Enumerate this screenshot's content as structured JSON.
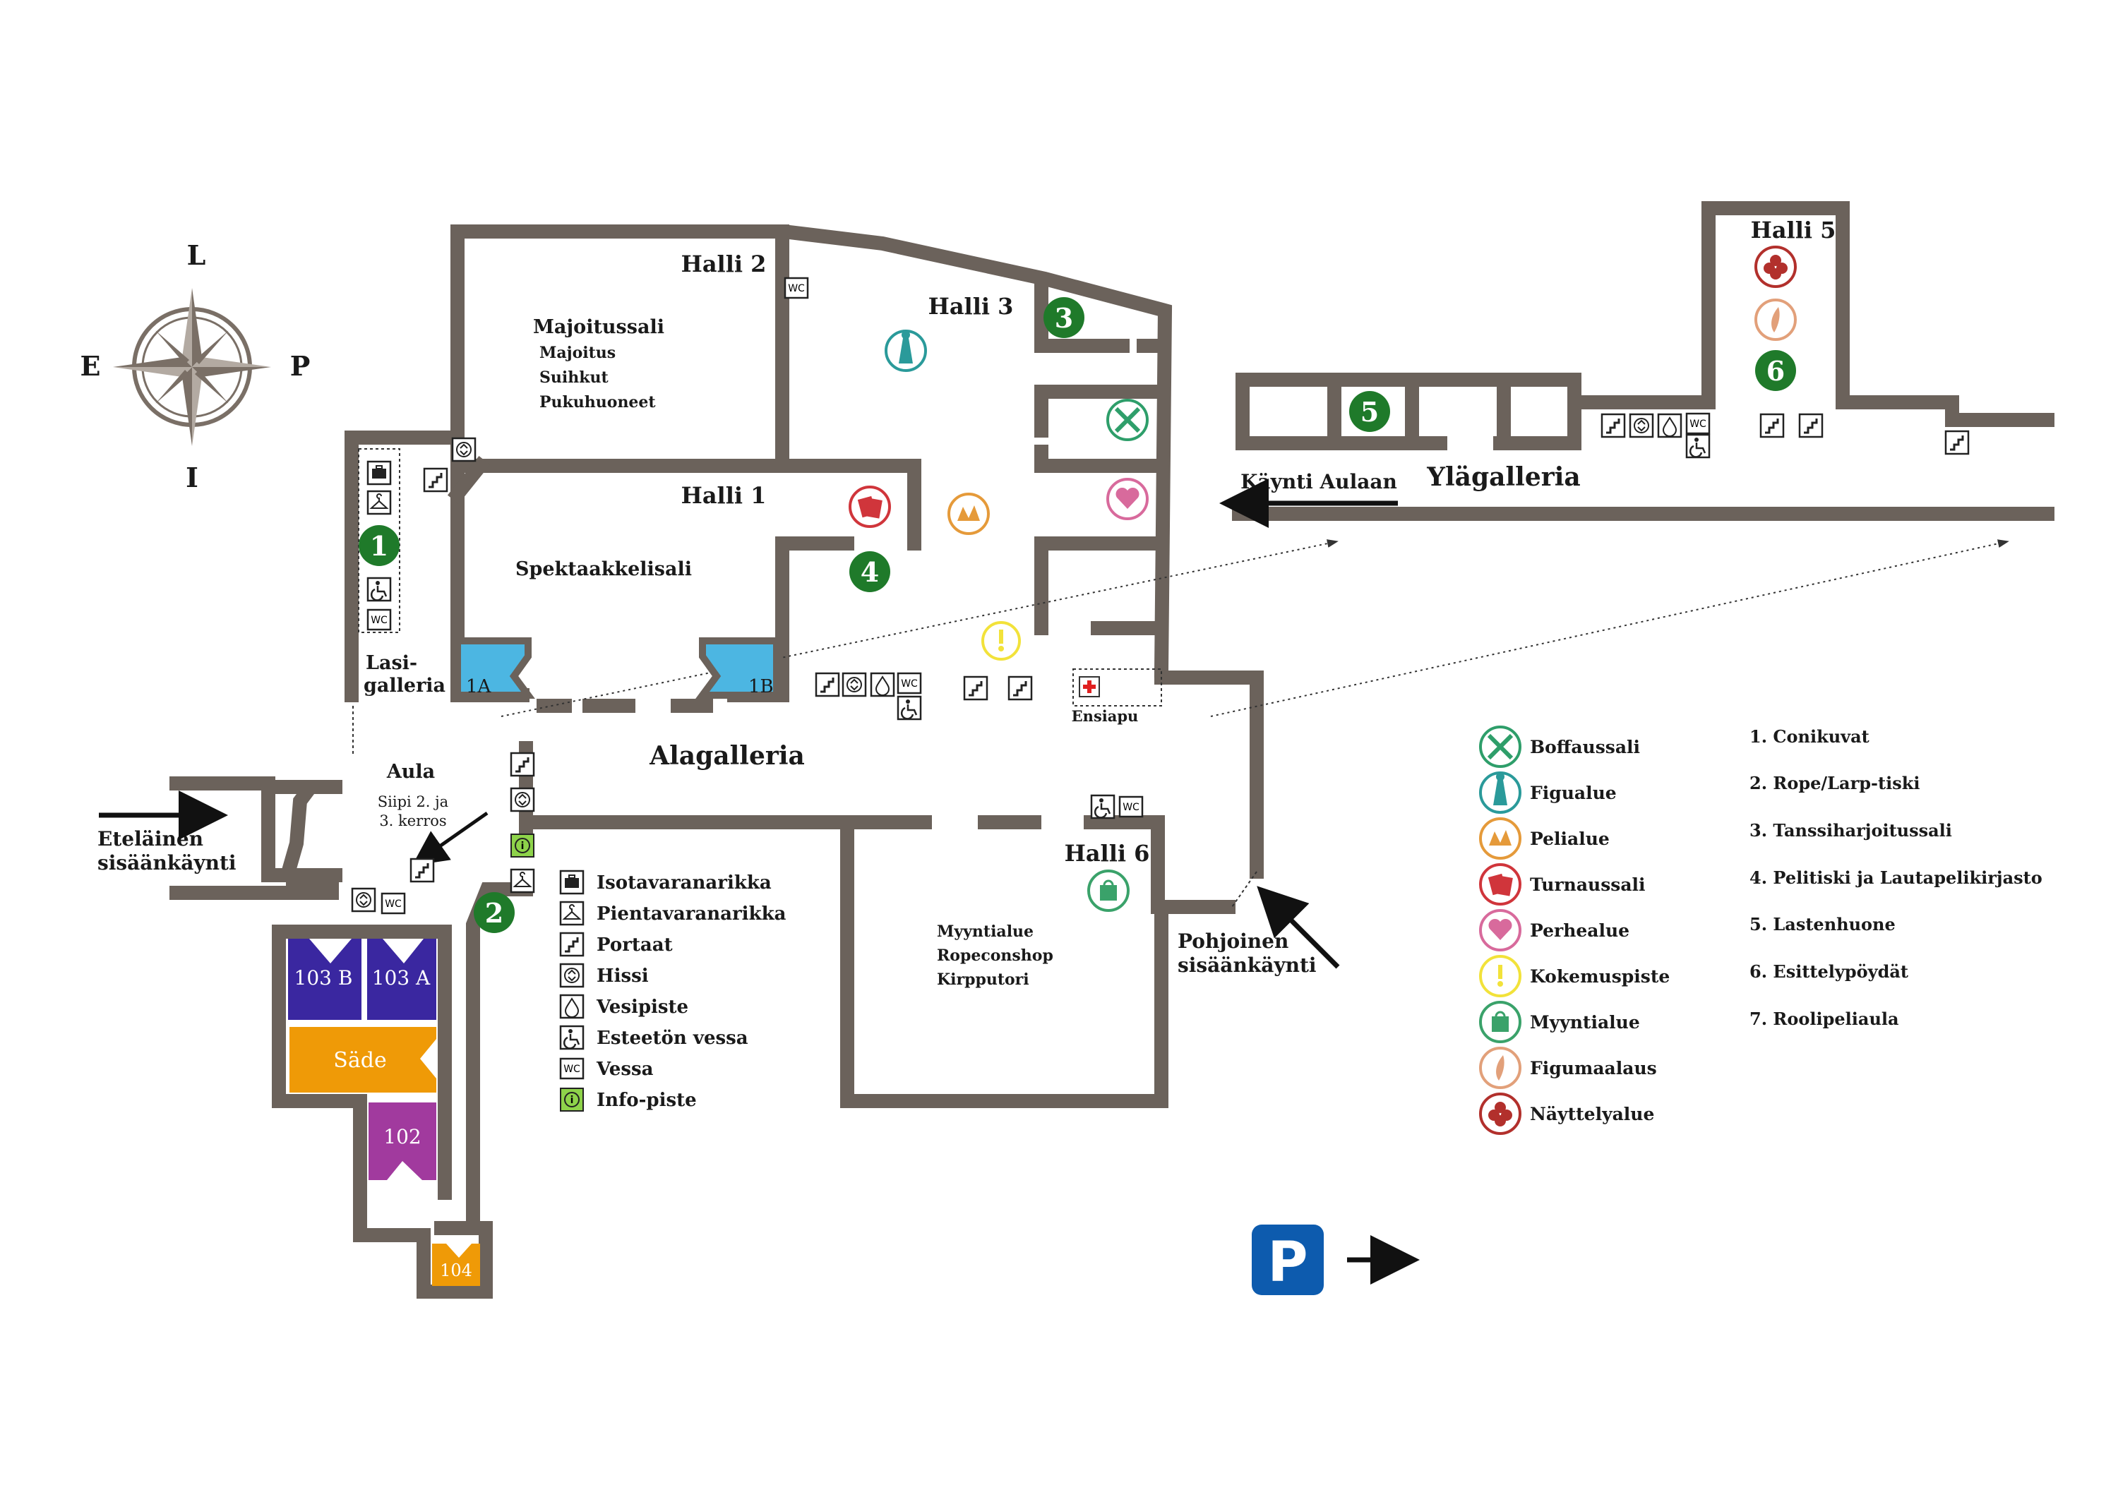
{
  "compass": {
    "north": "L",
    "south": "I",
    "west": "E",
    "east": "P"
  },
  "rooms": {
    "halli1": "Halli 1",
    "halli2": "Halli 2",
    "halli3": "Halli 3",
    "halli5": "Halli 5",
    "halli6": "Halli 6",
    "majoitussali": "Majoitussali",
    "majoitus_items": [
      "Majoitus",
      "Suihkut",
      "Pukuhuoneet"
    ],
    "spektaakkelisali": "Spektaakkelisali",
    "lasigalleria": [
      "Lasi-",
      "galleria"
    ],
    "aula": "Aula",
    "siipi": [
      "Siipi 2. ja",
      "3. kerros"
    ],
    "alagalleria": "Alagalleria",
    "ylagalleria": "Ylägalleria",
    "kaynti_aulaan": "Käynti Aulaan",
    "ensiapu": "Ensiapu",
    "halli6_items": [
      "Myyntialue",
      "Ropeconshop",
      "Kirpputori"
    ],
    "etelainen": [
      "Eteläinen",
      "sisäänkäynti"
    ],
    "pohjoinen": [
      "Pohjoinen",
      "sisäänkäynti"
    ],
    "r1a": "1A",
    "r1b": "1B",
    "r103b": "103 B",
    "r103a": "103 A",
    "sade": "Säde",
    "r102": "102",
    "r104": "104"
  },
  "markers": [
    "1",
    "2",
    "3",
    "4",
    "5",
    "6"
  ],
  "parking": "P",
  "icon_legend": [
    {
      "icon": "luggage-icon",
      "label": "Isotavaranarikka"
    },
    {
      "icon": "hanger-icon",
      "label": "Pientavaranarikka"
    },
    {
      "icon": "stairs-icon",
      "label": "Portaat"
    },
    {
      "icon": "elevator-icon",
      "label": "Hissi"
    },
    {
      "icon": "water-drop-icon",
      "label": "Vesipiste"
    },
    {
      "icon": "wheelchair-icon",
      "label": "Esteetön vessa"
    },
    {
      "icon": "wc-icon",
      "label": "Vessa"
    },
    {
      "icon": "info-icon",
      "label": "Info-piste"
    }
  ],
  "area_legend": [
    {
      "label": "Boffaussali",
      "color": "#2e9e6a"
    },
    {
      "label": "Figualue",
      "color": "#2a9a9a"
    },
    {
      "label": "Pelialue",
      "color": "#e59a3a"
    },
    {
      "label": "Turnaussali",
      "color": "#d0353b"
    },
    {
      "label": "Perhealue",
      "color": "#d86a9c"
    },
    {
      "label": "Kokemuspiste",
      "color": "#f2e23a"
    },
    {
      "label": "Myyntialue",
      "color": "#3aa26a"
    },
    {
      "label": "Figumaalaus",
      "color": "#e2a07a"
    },
    {
      "label": "Näyttelyalue",
      "color": "#b2302c"
    }
  ],
  "numbered_legend": [
    "1. Conikuvat",
    "2. Rope/Larp-tiski",
    "3. Tanssiharjoitussali",
    "4. Pelitiski ja Lautapelikirjasto",
    "5. Lastenhuone",
    "6. Esittelypöydät",
    "7. Roolipeliaula"
  ],
  "wc_text": "WC",
  "colors": {
    "wall": "#6b625b",
    "marker": "#1f7a2a",
    "room_blue": "#4cb6e2",
    "room_purple": "#3a27a0",
    "room_orange": "#ef9a07",
    "room_magenta": "#a13a9e",
    "parking": "#0d5bae"
  }
}
